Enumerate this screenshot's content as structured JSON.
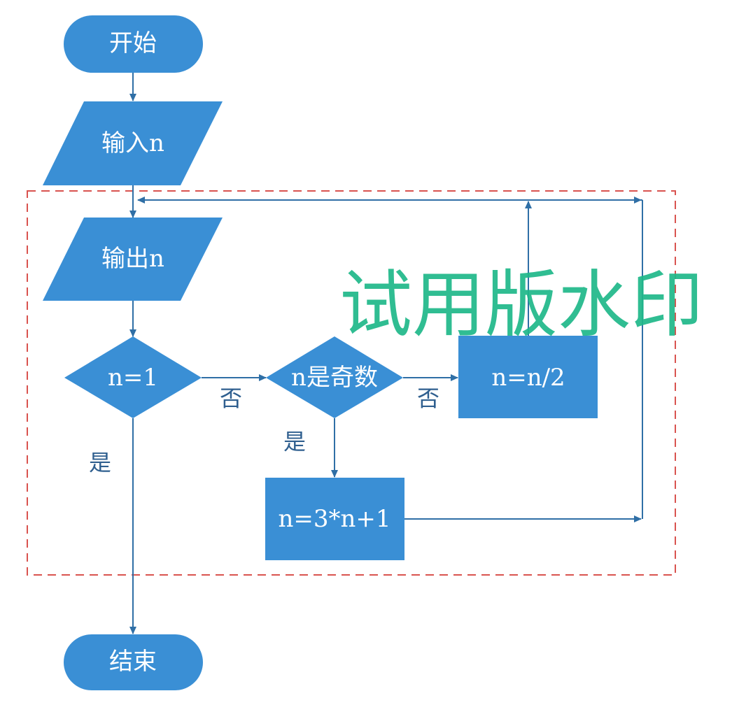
{
  "nodes": {
    "start": "开始",
    "input": "输入n",
    "output": "输出n",
    "decision_eq_one": "n=1",
    "decision_is_odd": "n是奇数",
    "op_halve": "n=n/2",
    "op_triple": "n=3*n+1",
    "end": "结束"
  },
  "labels": {
    "no_1": "否",
    "no_2": "否",
    "yes_1": "是",
    "yes_2": "是"
  },
  "watermark": "试用版水印",
  "colors": {
    "shape_fill": "#3a8fd5",
    "connector": "#2f6fa6",
    "loop_box_border": "#d9534f",
    "watermark": "#1fb889"
  }
}
